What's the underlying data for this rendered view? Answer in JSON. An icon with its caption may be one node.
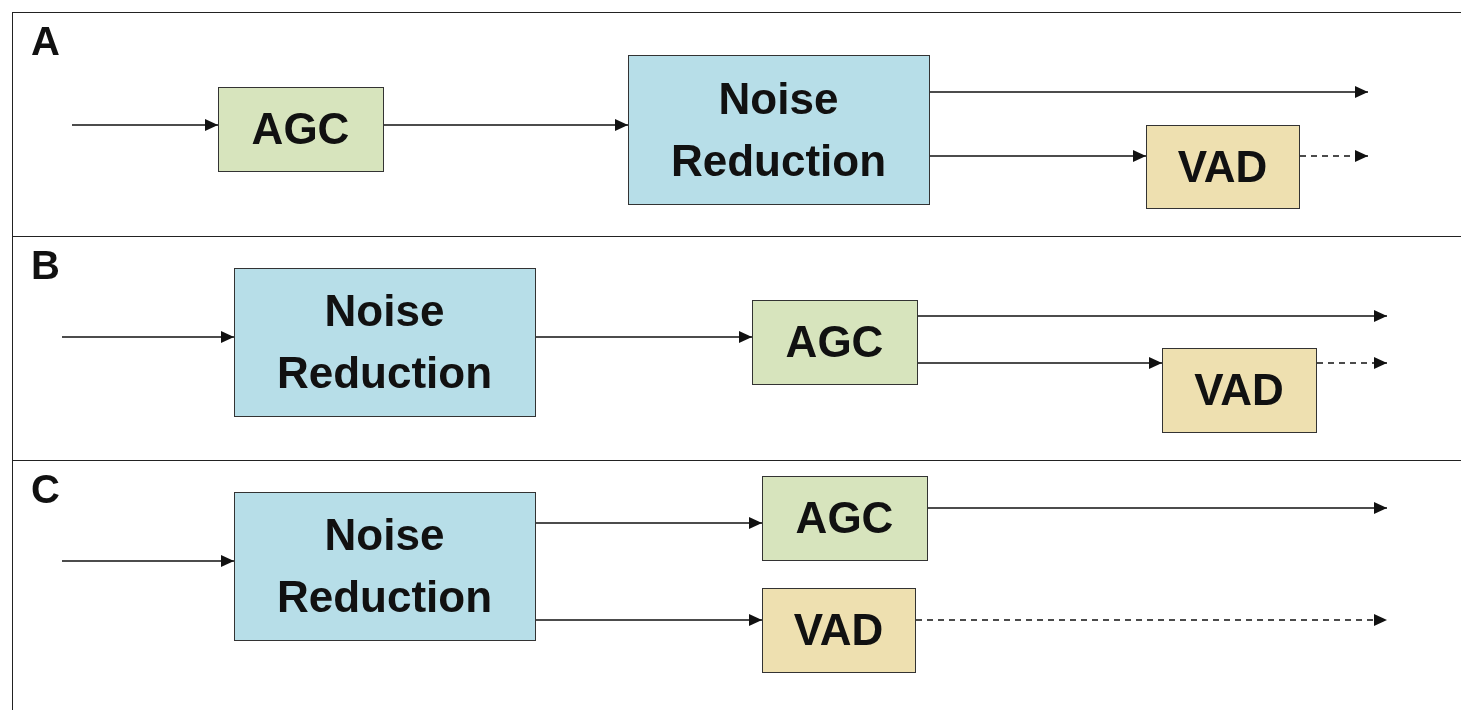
{
  "diagram": {
    "nodes": [
      {
        "text": [
          "A"
        ]
      },
      {
        "text": [
          "AGC"
        ],
        "in": 0
      },
      {
        "text": [
          "Noise Reduction"
        ],
        "in": 0
      },
      {
        "text": [
          "VAD"
        ],
        "in": 0
      },
      {
        "text": [
          "B"
        ]
      },
      {
        "text": [
          "Noise Reduction"
        ],
        "in": 4
      },
      {
        "text": [
          "AGC"
        ],
        "in": 4
      },
      {
        "text": [
          "VAD"
        ],
        "in": 4
      },
      {
        "text": [
          "C"
        ]
      },
      {
        "text": [
          "Noise Reduction"
        ],
        "in": 8
      },
      {
        "text": [
          "AGC"
        ],
        "in": 8
      },
      {
        "text": [
          "VAD"
        ],
        "in": 8
      }
    ],
    "edges": [
      {
        "from": null,
        "to": 1,
        "arrow": "to"
      },
      {
        "from": 1,
        "to": 2,
        "arrow": "to"
      },
      {
        "from": 2,
        "to": null,
        "arrow": "to"
      },
      {
        "from": 2,
        "to": 3,
        "arrow": "to"
      },
      {
        "from": 3,
        "to": null,
        "arrow": "to",
        "style": "dashed"
      },
      {
        "from": null,
        "to": 5,
        "arrow": "to"
      },
      {
        "from": 5,
        "to": 6,
        "arrow": "to"
      },
      {
        "from": 6,
        "to": null,
        "arrow": "to"
      },
      {
        "from": 6,
        "to": 7,
        "arrow": "to"
      },
      {
        "from": 7,
        "to": null,
        "arrow": "to",
        "style": "dashed"
      },
      {
        "from": null,
        "to": 9,
        "arrow": "to"
      },
      {
        "from": 9,
        "to": 10,
        "arrow": "to"
      },
      {
        "from": 9,
        "to": 11,
        "arrow": "to"
      },
      {
        "from": 10,
        "to": null,
        "arrow": "to"
      },
      {
        "from": 11,
        "to": null,
        "arrow": "to",
        "style": "dashed"
      }
    ]
  }
}
